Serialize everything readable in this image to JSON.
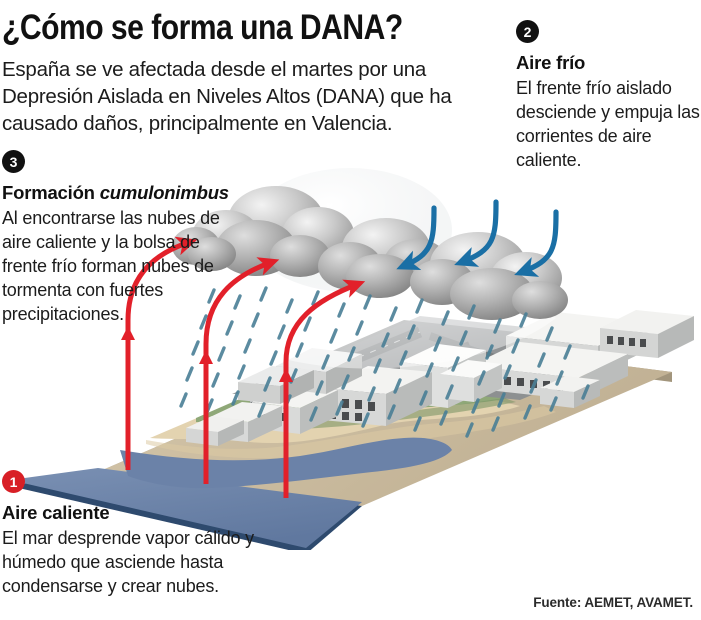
{
  "header": {
    "title": "¿Cómo se forma una DANA?",
    "intro": "España se ve afectada desde el martes por una Depresión Aislada en Niveles Altos (DANA) que ha causado daños, principalmente en Valencia."
  },
  "callouts": [
    {
      "number": "1",
      "badge_color": "#d81f26",
      "title": "Aire caliente",
      "title_plain": "Aire caliente",
      "title_italic": "",
      "body": "El mar desprende vapor cálido y húmedo que asciende hasta condensarse y crear nubes."
    },
    {
      "number": "2",
      "badge_color": "#111111",
      "title": "Aire frío",
      "title_plain": "Aire frío",
      "title_italic": "",
      "body": "El frente frío aislado desciende y empuja las corrientes de aire caliente."
    },
    {
      "number": "3",
      "badge_color": "#111111",
      "title": "Formación cumulonimbus",
      "title_plain": "Formación ",
      "title_italic": "cumulonimbus",
      "body": "Al encontrarse las nubes de aire caliente y la bolsa de frente frío forman nubes de tormenta con fuertes precipitaciones."
    }
  ],
  "source": {
    "label": "Fuente: AEMET, AVAMET."
  },
  "scene": {
    "description": "Isometric 3D diagram of a coastal city with sea, beach, green strip, urban blocks, storm clouds, blue rain, red warm-air arrows rising and blue cold-air arrows descending",
    "colors": {
      "sea": "#6b82a8",
      "sea_edge": "#2e4a6e",
      "beach": "#e3d3b0",
      "green_strip": "#8fa878",
      "land_plate": "#c8b99e",
      "urban_ground": "#8d9091",
      "road": "#7d8082",
      "building_light": "#f2f2f0",
      "building_shade": "#cfd0cf",
      "building_dark": "#a9abab",
      "window": "#4a4c4e",
      "cloud_light": "#e8e8e8",
      "cloud_mid": "#b9b9b9",
      "cloud_dark": "#8a8a8a",
      "rain": "#4a7f96",
      "warm_arrow": "#e2202a",
      "cold_arrow": "#1a6fa5"
    },
    "warm_arrows_count": 3,
    "cold_arrows_count": 3,
    "arrow_labels": {
      "warm": "warm-air-rising-arrow",
      "cold": "cold-air-descending-arrow"
    }
  }
}
